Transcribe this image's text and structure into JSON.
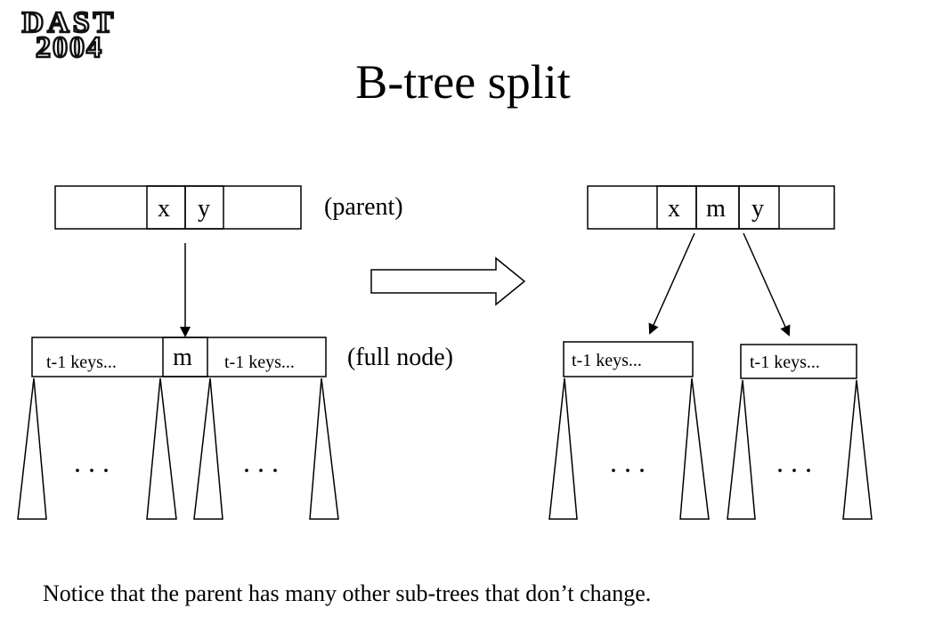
{
  "logo": {
    "line1": "DAST",
    "line2": "2004"
  },
  "slide": {
    "title": "B-tree split",
    "parent_label": "(parent)",
    "full_node_label": "(full node)",
    "caption": "Notice that the parent has many other sub-trees that don’t change."
  },
  "before": {
    "parent_keys": [
      "x",
      "y"
    ],
    "child_left": "t-1 keys...",
    "child_median": "m",
    "child_right": "t-1 keys...",
    "ellipsis_left": ". . .",
    "ellipsis_right": ". . ."
  },
  "after": {
    "parent_keys": [
      "x",
      "m",
      "y"
    ],
    "child_left": "t-1 keys...",
    "child_right": "t-1 keys...",
    "ellipsis_left": ". . .",
    "ellipsis_right": ". . ."
  }
}
